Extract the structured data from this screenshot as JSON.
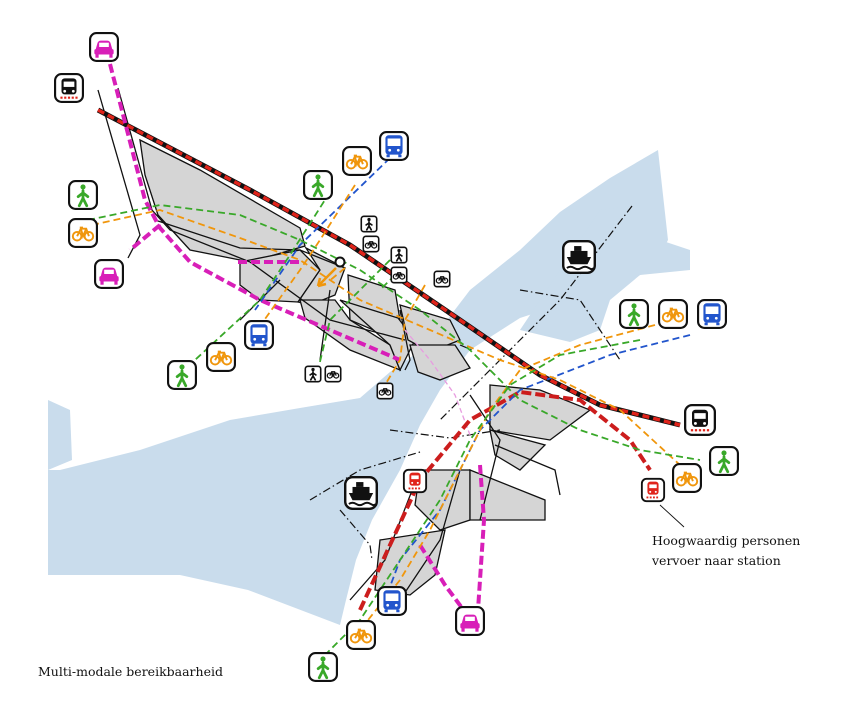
{
  "diagram": {
    "caption": "Multi-modale bereikbaarheid",
    "annotation_line1": "Hoogwaardig personen",
    "annotation_line2": "vervoer naar station"
  },
  "legend_colors": {
    "rail": "#e0241b",
    "car": "#d81fb8",
    "bus": "#2255cc",
    "bike": "#f0960c",
    "walk": "#39a829",
    "ferry": "#111111",
    "water": "#c9dcec",
    "block": "#d5d5d5"
  },
  "icons": [
    "car-icon",
    "train-icon",
    "bus-icon",
    "bike-icon",
    "pedestrian-icon",
    "ferry-icon",
    "tram-icon"
  ]
}
